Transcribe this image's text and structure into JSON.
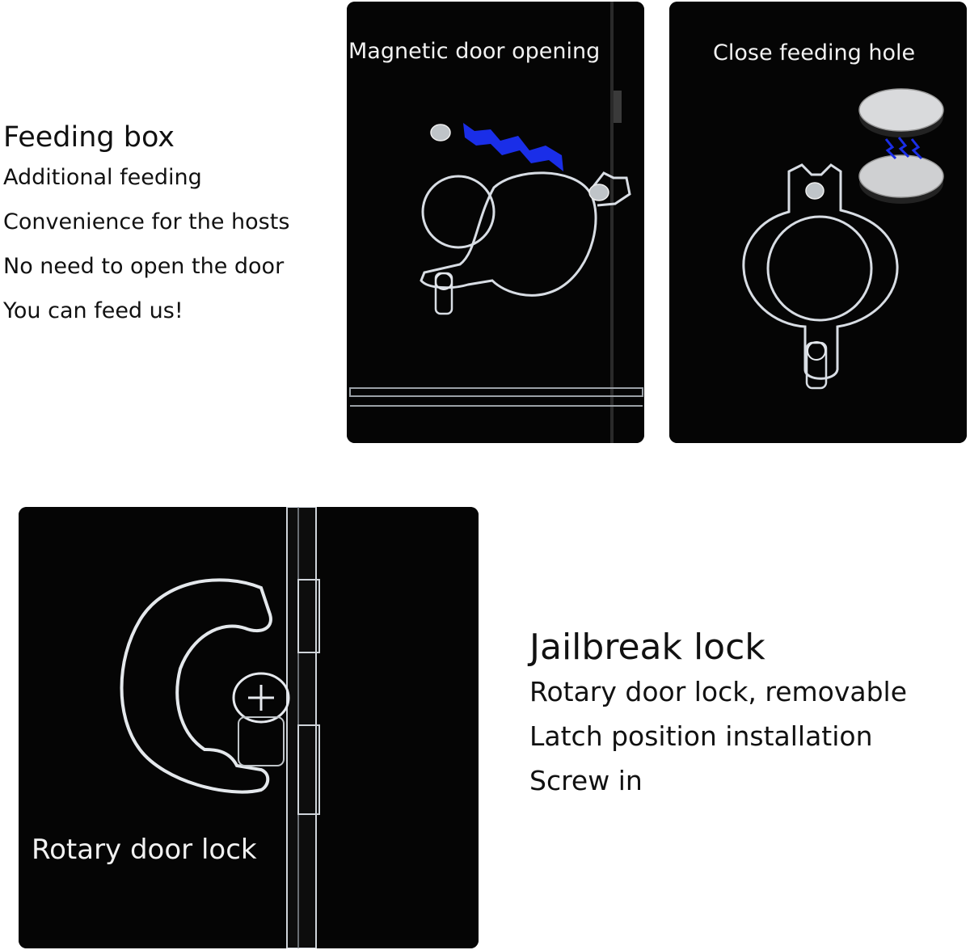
{
  "panels": {
    "magnetic": {
      "caption": "Magnetic door opening"
    },
    "close": {
      "caption": "Close feeding hole"
    },
    "rotary": {
      "caption": "Rotary door lock"
    }
  },
  "feeding_box": {
    "title": "Feeding box",
    "lines": [
      "Additional feeding",
      "Convenience for the hosts",
      "No need to open the door",
      "You can feed us!"
    ]
  },
  "jailbreak_lock": {
    "title": "Jailbreak lock",
    "lines": [
      "Rotary door lock, removable",
      "Latch position installation",
      "Screw in"
    ]
  },
  "colors": {
    "panel_bg": "#050505",
    "accent_blue": "#1a2ee8",
    "acrylic": "#d8dde4"
  }
}
